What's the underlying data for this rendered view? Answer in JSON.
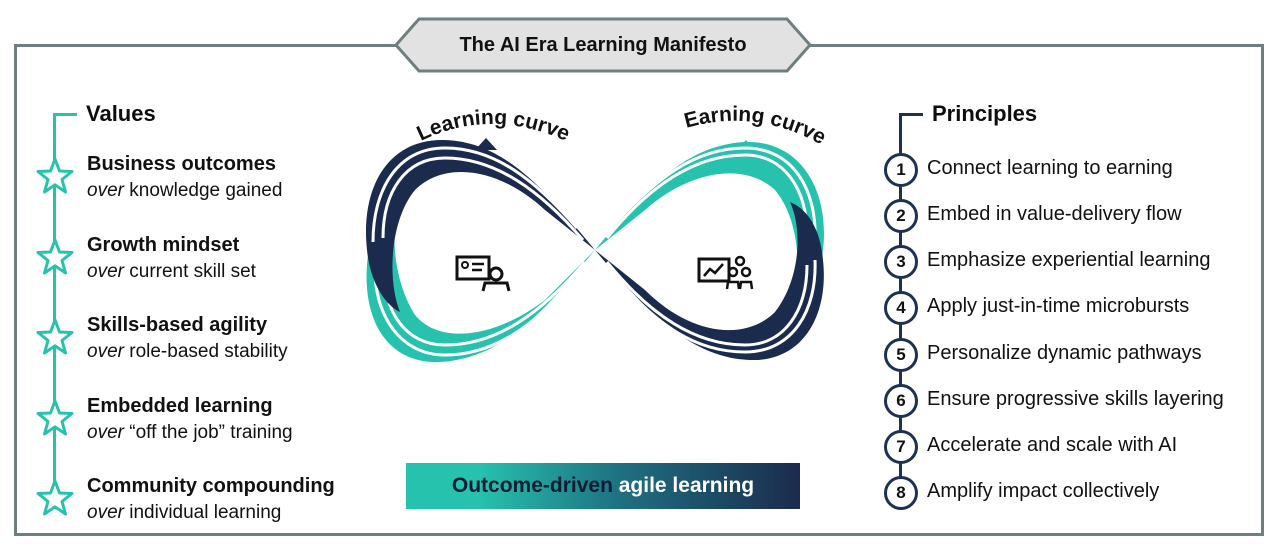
{
  "title": "The AI Era Learning Manifesto",
  "colors": {
    "teal": "#27c2ae",
    "navy": "#1b2b4d",
    "frame": "#6f7f7f",
    "title_fill": "#e2e2e2"
  },
  "values": {
    "heading": "Values",
    "items": [
      {
        "title": "Business outcomes",
        "over": "over",
        "rest": " knowledge gained",
        "icon": "star-icon"
      },
      {
        "title": "Growth mindset",
        "over": "over",
        "rest": " current skill set",
        "icon": "star-icon"
      },
      {
        "title": "Skills-based agility",
        "over": "over",
        "rest": " role-based stability",
        "icon": "star-icon"
      },
      {
        "title": "Embedded learning",
        "over": "over",
        "rest": " “off the job” training",
        "icon": "star-icon"
      },
      {
        "title": "Community compounding",
        "over": "over",
        "rest": " individual learning",
        "icon": "star-icon"
      }
    ]
  },
  "diagram": {
    "left_label": "Learning curve",
    "right_label": "Earning curve",
    "left_icon": "certificate-presenter-icon",
    "right_icon": "chart-presentation-team-icon"
  },
  "banner": {
    "part1": "Outcome-driven",
    "part2": " agile learning"
  },
  "principles": {
    "heading": "Principles",
    "items": [
      {
        "num": "1",
        "text": "Connect learning to earning"
      },
      {
        "num": "2",
        "text": "Embed in value-delivery flow"
      },
      {
        "num": "3",
        "text": "Emphasize experiential learning"
      },
      {
        "num": "4",
        "text": "Apply just-in-time microbursts"
      },
      {
        "num": "5",
        "text": "Personalize dynamic pathways"
      },
      {
        "num": "6",
        "text": "Ensure progressive skills layering"
      },
      {
        "num": "7",
        "text": "Accelerate and scale with AI"
      },
      {
        "num": "8",
        "text": "Amplify impact collectively"
      }
    ]
  }
}
